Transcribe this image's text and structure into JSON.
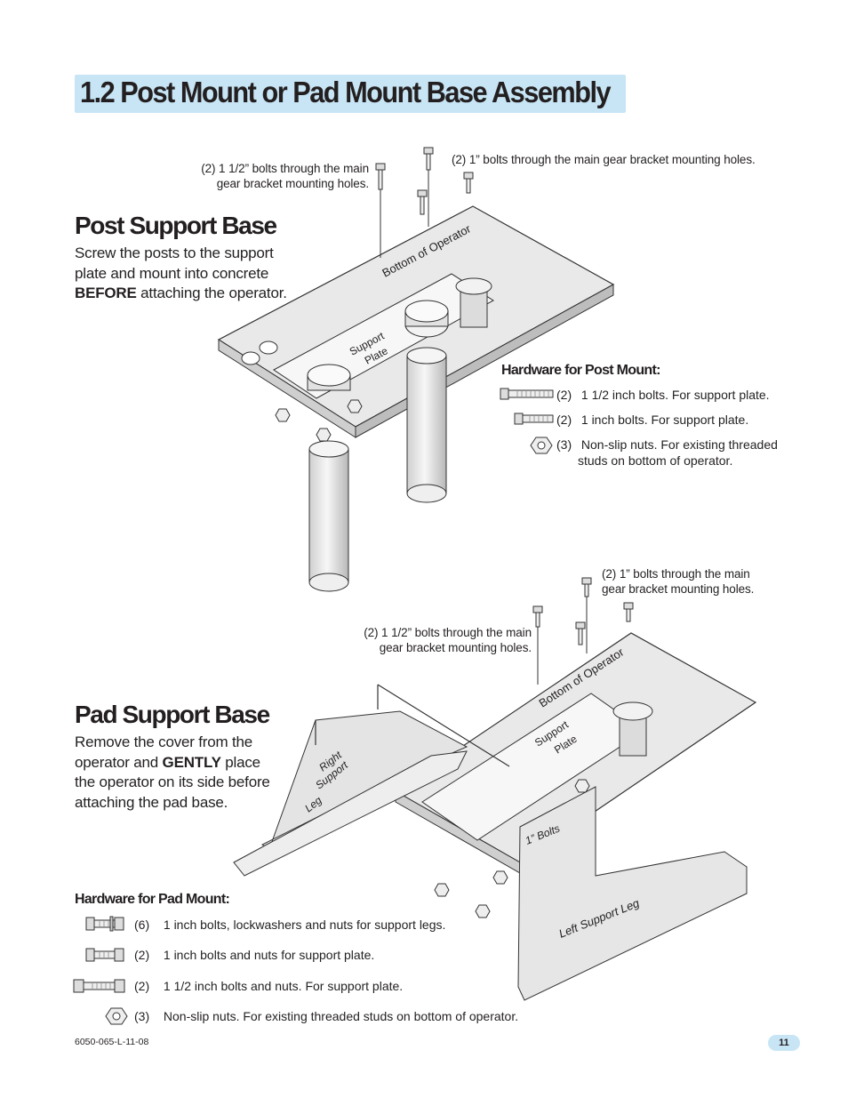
{
  "page": {
    "title": "1.2 Post Mount or Pad Mount Base Assembly",
    "footer_code": "6050-065-L-11-08",
    "page_number": "11"
  },
  "post_section": {
    "heading": "Post Support Base",
    "instructions_pre": "Screw the posts to the support plate and mount into concrete",
    "instructions_bold": "BEFORE",
    "instructions_post": "attaching the operator.",
    "callout_left_1": "(2) 1 1/2” bolts through the main",
    "callout_left_2": "gear bracket mounting holes.",
    "callout_right": "(2) 1” bolts through the main gear bracket mounting holes.",
    "label_bottom": "Bottom of Operator",
    "label_support_1": "Support",
    "label_support_2": "Plate",
    "hardware_heading": "Hardware for Post Mount:",
    "hardware": [
      {
        "qty": "(2)",
        "text": "1 1/2 inch bolts. For support plate."
      },
      {
        "qty": "(2)",
        "text": "1 inch bolts. For support plate."
      },
      {
        "qty": "(3)",
        "text": "Non-slip nuts. For existing threaded",
        "text2": "studs on bottom of operator."
      }
    ]
  },
  "pad_section": {
    "heading": "Pad Support Base",
    "instructions_pre": "Remove the cover from the operator and",
    "instructions_bold": "GENTLY",
    "instructions_post": "place the operator on its side before attaching the pad base.",
    "callout_right_1": "(2) 1” bolts through the main",
    "callout_right_2": "gear bracket mounting holes.",
    "callout_left_1": "(2) 1 1/2” bolts through the main",
    "callout_left_2": "gear bracket mounting holes.",
    "label_bottom": "Bottom of Operator",
    "label_support_1": "Support",
    "label_support_2": "Plate",
    "label_right_leg_1": "Right",
    "label_right_leg_2": "Support",
    "label_right_leg_3": "Leg",
    "label_left_leg": "Left Support Leg",
    "label_bolts": "1” Bolts",
    "hardware_heading": "Hardware for Pad Mount:",
    "hardware": [
      {
        "qty": "(6)",
        "text": "1 inch bolts, lockwashers and nuts for support legs."
      },
      {
        "qty": "(2)",
        "text": "1 inch bolts and nuts for support plate."
      },
      {
        "qty": "(2)",
        "text": "1 1/2 inch bolts and nuts. For support plate."
      },
      {
        "qty": "(3)",
        "text": "Non-slip nuts. For existing threaded studs on bottom of operator."
      }
    ]
  },
  "icons": {
    "bolt": "bolt-icon",
    "nut": "hex-nut-icon",
    "bolt_with_nut": "bolt-washer-nut-icon"
  }
}
